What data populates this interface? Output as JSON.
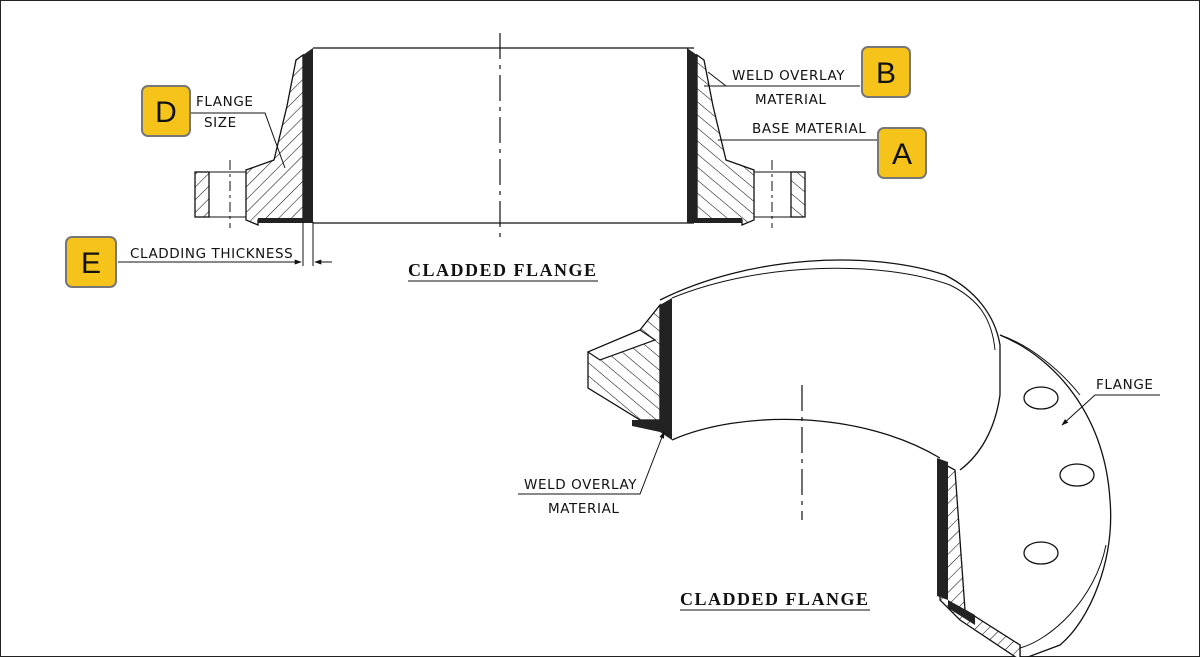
{
  "badges": {
    "a": {
      "letter": "A",
      "color": "#f6c31a"
    },
    "b": {
      "letter": "B",
      "color": "#f6c31a"
    },
    "d": {
      "letter": "D",
      "color": "#f6c31a"
    },
    "e": {
      "letter": "E",
      "color": "#f6c31a"
    }
  },
  "labels": {
    "flange_size_1": "FLANGE",
    "flange_size_2": "SIZE",
    "weld_overlay_1": "WELD OVERLAY",
    "weld_overlay_2": "MATERIAL",
    "base_material": "BASE MATERIAL",
    "cladding_thickness": "CLADDING THICKNESS",
    "iso_weld_overlay_1": "WELD OVERLAY",
    "iso_weld_overlay_2": "MATERIAL",
    "iso_flange": "FLANGE"
  },
  "titles": {
    "section_view": "CLADDED FLANGE",
    "iso_view": "CLADDED FLANGE"
  }
}
